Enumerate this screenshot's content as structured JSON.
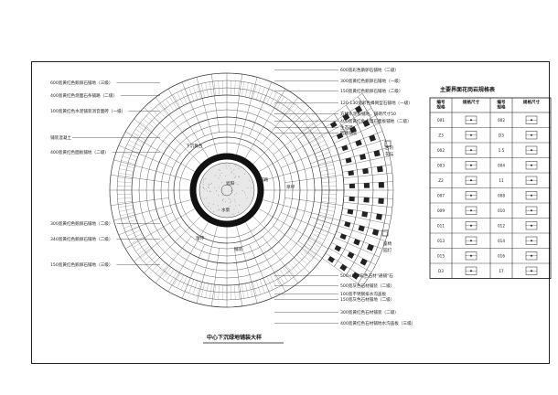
{
  "plan": {
    "title": "中心下沉绿地铺装大样",
    "center_label": "遮阳",
    "center_water_label": "水景",
    "inner_labels": {
      "stage": "下沉舞台",
      "path": "园路",
      "lawn": "草坪",
      "lawn_b": "草坪",
      "pavement": "铺装"
    },
    "left_callouts": [
      "600宽黄红色鹅卵石铺地（三级）",
      "400宽黄红色烧面石条铺路（二级）",
      "100宽黄红色水泥铺装消音面砖（一级）",
      "铺装混凝土",
      "400宽黄红色面板铺地（二级）",
      "300宽黄红色鹅卵石铺地（二级）",
      "340宽黄红色鹅卵石铺地（二级）",
      "150宽黄红色鹅卵石铺地（三级）"
    ],
    "right_callouts": [
      "600宽彩色鹅卵石铺地（二级）",
      "300宽黄红色鹅卵石铺地（一级）",
      "150宽黄红色鹅卵石铺地（二级）",
      "120-130宽彩色蜂窝型石铺地（一级）",
      "方格水泥板铺地，铺砖尺寸50",
      "400宽黄红色大理石面板铺地（二级）",
      "生态砖",
      "园路铺装",
      "500×500彩色石材\"通铺\"石",
      "500宽灰色石材铺装（二级）",
      "100宽不锈钢排水沟盖板",
      "150宽灰色石材铺地（二级）",
      "300宽黄红色石材铺装（二级）",
      "400宽黄红色石材铺地水沟盖板（三级）"
    ],
    "fan_labels": [
      "台阶",
      "花坛",
      "座椅",
      "园灯"
    ]
  },
  "table": {
    "title": "主要界面花岗岩规格表",
    "headers": [
      "编号\n规格",
      "规格尺寸",
      "编号\n规格",
      "规格尺寸"
    ],
    "rows": [
      [
        "001",
        "",
        "002",
        ""
      ],
      [
        "Z3",
        "",
        "D3",
        ""
      ],
      [
        "002",
        "",
        "1.5",
        ""
      ],
      [
        "003",
        "",
        "004",
        ""
      ],
      [
        "Z2",
        "",
        "11",
        ""
      ],
      [
        "007",
        "",
        "008",
        ""
      ],
      [
        "009",
        "",
        "010",
        ""
      ],
      [
        "011",
        "",
        "012",
        ""
      ],
      [
        "013",
        "",
        "014",
        ""
      ],
      [
        "015",
        "",
        "016",
        ""
      ],
      [
        "D3",
        "",
        "17",
        ""
      ]
    ]
  }
}
